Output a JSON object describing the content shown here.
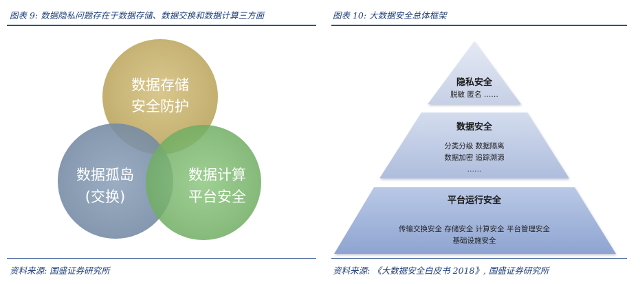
{
  "left": {
    "title": "图表 9:  数据隐私问题存在于数据存储、数据交换和数据计算三方面",
    "source": "资料来源:  国盛证券研究所",
    "circles": {
      "top": {
        "line1": "数据存储",
        "line2": "安全防护",
        "color": "#c9b470"
      },
      "left": {
        "line1": "数据孤岛",
        "line2": "(交换)",
        "color": "#7e93ad"
      },
      "right": {
        "line1": "数据计算",
        "line2": "平台安全",
        "color": "#7fba72"
      }
    }
  },
  "right": {
    "title": "图表 10:  大数据安全总体框架",
    "source": "资料来源:  《大数据安全白皮书 2018》,  国盛证券研究所",
    "tiers": {
      "top": {
        "title": "隐私安全",
        "line1": "脱敏  匿名  ……"
      },
      "middle": {
        "title": "数据安全",
        "line1": "分类分级  数据隔离",
        "line2": "数据加密  追踪溯源",
        "line3": "……"
      },
      "bottom": {
        "title": "平台运行安全",
        "line1": "传输交换安全  存储安全  计算安全  平台管理安全",
        "line2": "基础设施安全"
      }
    }
  }
}
